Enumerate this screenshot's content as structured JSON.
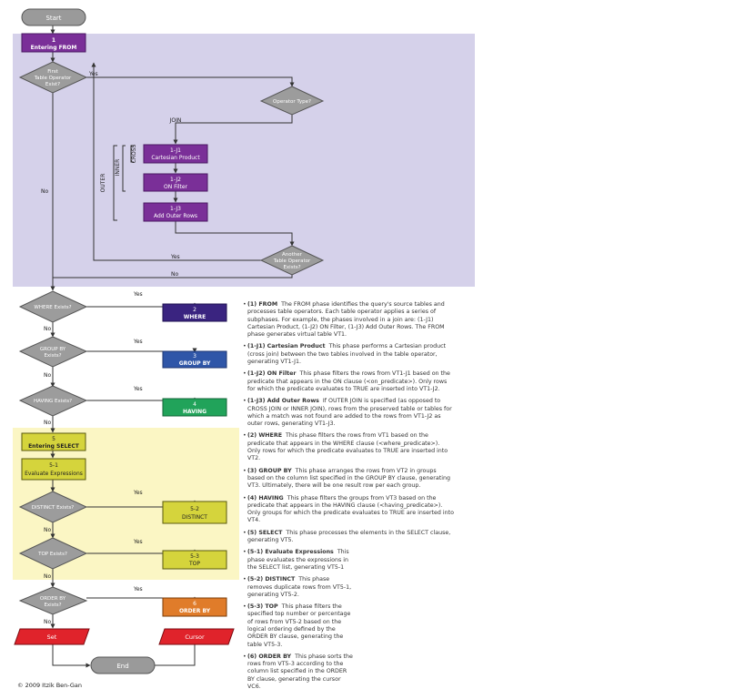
{
  "colors": {
    "from_region": "#d5d1ea",
    "select_region": "#fbf6c4",
    "terminal": "#9a9a9a",
    "decision": "#9c9c9c",
    "from_box": "#7a2f98",
    "where_box": "#3a2480",
    "groupby_box": "#2f56a8",
    "having_box": "#21a35a",
    "select_box": "#d5d43c",
    "orderby_box": "#e07c2a",
    "result_box": "#e0232b"
  },
  "nodes": {
    "start": "Start",
    "end": "End",
    "from_num": "1",
    "from_label": "Entering FROM",
    "first_op_1": "First",
    "first_op_2": "Table Operator",
    "first_op_3": "Exist?",
    "op_type": "Operator Type?",
    "j1_num": "1-J1",
    "j1_label": "Cartesian Product",
    "j2_num": "1-J2",
    "j2_label": "ON Filter",
    "j3_num": "1-J3",
    "j3_label": "Add Outer Rows",
    "another_1": "Another",
    "another_2": "Table Operator",
    "another_3": "Exists?",
    "where_q": "WHERE Exists?",
    "where_num": "2",
    "where_label": "WHERE",
    "groupby_q1": "GROUP BY",
    "groupby_q2": "Exists?",
    "groupby_num": "3",
    "groupby_label": "GROUP BY",
    "having_q": "HAVING Exists?",
    "having_num": "4",
    "having_label": "HAVING",
    "select_num": "5",
    "select_label": "Entering SELECT",
    "eval_num": "5-1",
    "eval_label": "Evaluate Expressions",
    "distinct_q": "DISTINCT Exists?",
    "distinct_num": "5-2",
    "distinct_label": "DISTINCT",
    "top_q": "TOP Exists?",
    "top_num": "5-3",
    "top_label": "TOP",
    "orderby_q1": "ORDER BY",
    "orderby_q2": "Exists?",
    "orderby_num": "6",
    "orderby_label": "ORDER BY",
    "set": "Set",
    "cursor": "Cursor"
  },
  "labels": {
    "yes": "Yes",
    "no": "No",
    "join": "JOIN",
    "cross": "CROSS",
    "inner": "INNER",
    "outer": "OUTER"
  },
  "notes": [
    {
      "head": "(1) FROM",
      "text": "The FROM phase identifies the query's source tables and processes table operators. Each table operator applies a series of subphases. For example, the phases involved in a join are: (1-J1) Cartesian Product, (1-J2) ON Filter, (1-J3) Add Outer Rows. The FROM phase generates virtual table VT1."
    },
    {
      "head": "(1-J1) Cartesian Product",
      "text": "This phase performs a Cartesian product (cross join) between the two tables involved in the table operator, generating VT1-J1."
    },
    {
      "head": "(1-J2) ON Filter",
      "text": "This phase filters the rows from VT1-J1 based on the predicate that appears in the ON clause (<on_predicate>). Only rows for which the predicate evaluates to TRUE are inserted into VT1-J2."
    },
    {
      "head": "(1-J3) Add Outer Rows",
      "text": "If OUTER JOIN is specified (as opposed to CROSS JOIN or INNER JOIN), rows from the preserved table or tables for which a match was not found are added to the rows from VT1-J2 as outer rows, generating VT1-J3."
    },
    {
      "head": "(2) WHERE",
      "text": "This phase filters the rows from VT1 based on the predicate that appears in the WHERE clause (<where_predicate>). Only rows for which the predicate evaluates to TRUE are inserted into VT2."
    },
    {
      "head": "(3) GROUP BY",
      "text": "This phase arranges the rows from VT2 in groups based on the column list specified in the GROUP BY clause, generating VT3. Ultimately, there will be one result row per each group."
    },
    {
      "head": "(4) HAVING",
      "text": "This phase filters the groups from VT3 based on the predicate that appears in the HAVING clause (<having_predicate>). Only groups for which the predicate evaluates to TRUE are inserted into VT4."
    },
    {
      "head": "(5) SELECT",
      "text": "This phase processes the elements in the SELECT clause, generating VT5."
    },
    {
      "head": "(5-1) Evaluate Expressions",
      "text": "This phase evaluates the expressions in the SELECT list, generating VT5-1"
    },
    {
      "head": "(5-2) DISTINCT",
      "text": "This phase removes duplicate rows from VT5-1, generating VT5-2."
    },
    {
      "head": "(5-3) TOP",
      "text": "This phase filters the specified top number or percentage of rows from VT5-2 based on the logical ordering defined by the ORDER BY clause, generating the table VT5-3."
    },
    {
      "head": "(6) ORDER BY",
      "text": "This phase sorts the rows from VT5-3 according to the column list specified in the ORDER BY clause, generating the cursor VC6."
    }
  ],
  "copyright": "© 2009 Itzik Ben-Gan"
}
